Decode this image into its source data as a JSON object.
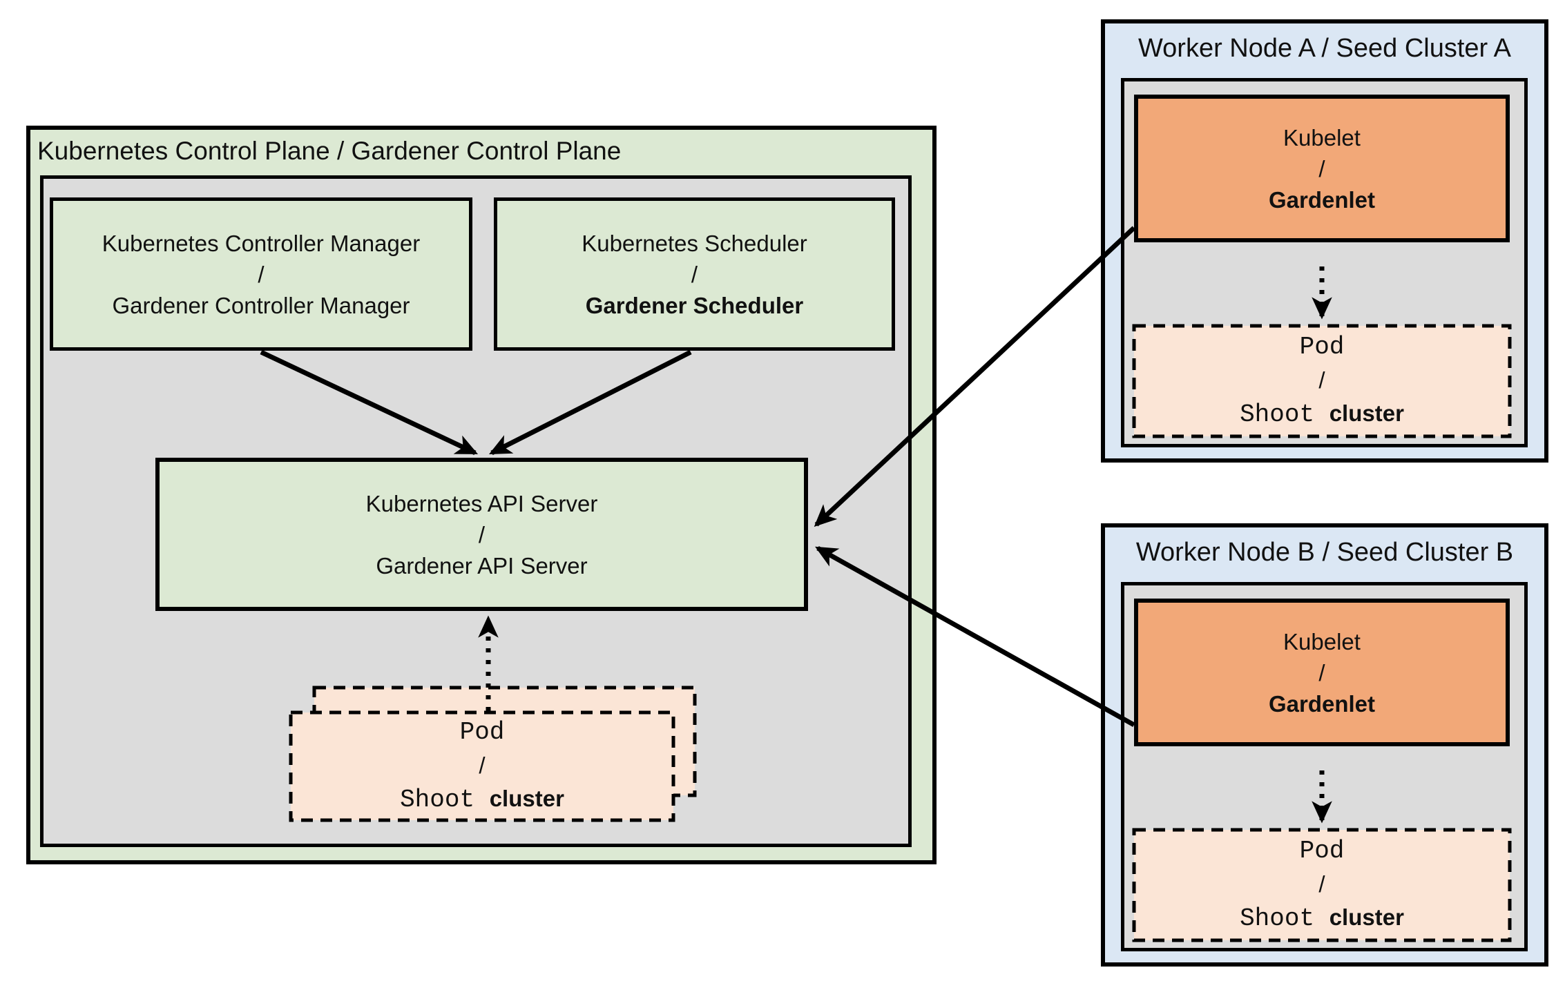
{
  "colors": {
    "light_green": "#dce9d3",
    "gray": "#dcdcdc",
    "light_blue": "#dbe7f4",
    "orange": "#f2a878",
    "peach": "#fbe5d6",
    "line": "#000000"
  },
  "control_plane": {
    "title": "Kubernetes Control Plane / Gardener Control Plane",
    "controller_manager": {
      "line1": "Kubernetes Controller Manager",
      "slash": "/",
      "line2": "Gardener Controller Manager"
    },
    "scheduler": {
      "line1": "Kubernetes Scheduler",
      "slash": "/",
      "line2": "Gardener Scheduler"
    },
    "api_server": {
      "line1": "Kubernetes API Server",
      "slash": "/",
      "line2": "Gardener API Server"
    }
  },
  "worker_a": {
    "title": "Worker Node A / Seed Cluster A"
  },
  "worker_b": {
    "title": "Worker Node B / Seed Cluster B"
  },
  "kubelet_box": {
    "line1": "Kubelet",
    "slash": "/",
    "line2": "Gardenlet"
  },
  "pod_box": {
    "line1": "Pod",
    "slash": "/",
    "word_mono": "Shoot",
    "word_sans": "cluster"
  }
}
